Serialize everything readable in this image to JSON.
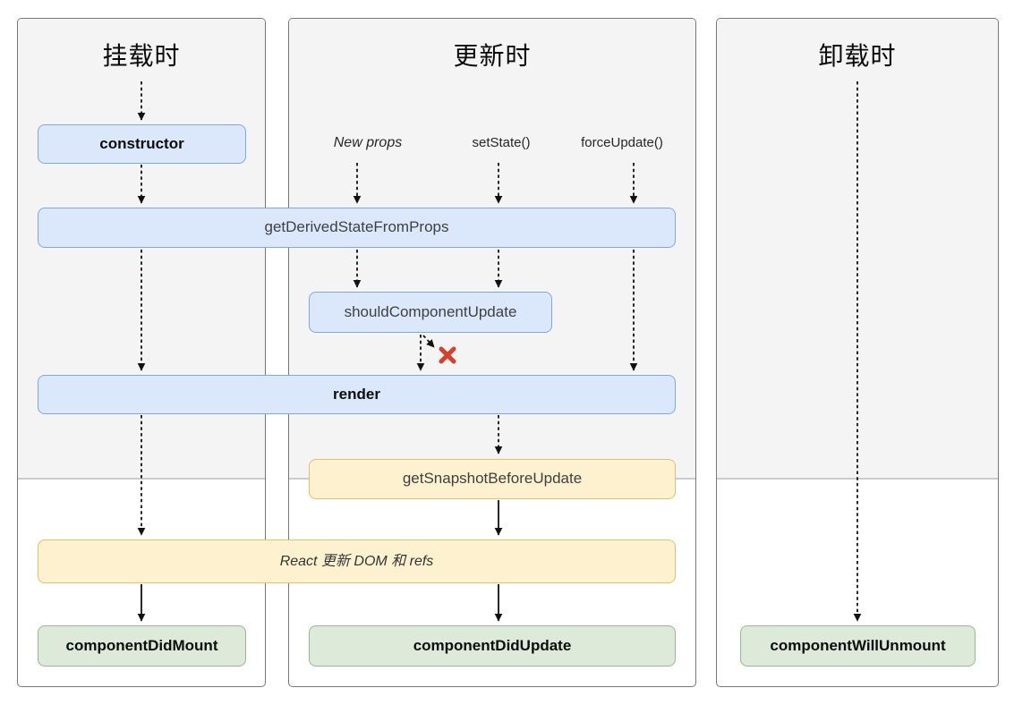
{
  "columns": [
    {
      "id": "mounting",
      "title": "挂载时"
    },
    {
      "id": "updating",
      "title": "更新时"
    },
    {
      "id": "unmounting",
      "title": "卸载时"
    }
  ],
  "update_triggers": [
    {
      "id": "new-props",
      "label": "New props"
    },
    {
      "id": "set-state",
      "label": "setState()"
    },
    {
      "id": "force-update",
      "label": "forceUpdate()"
    }
  ],
  "boxes": {
    "constructor": "constructor",
    "getDerivedStateFromProps": "getDerivedStateFromProps",
    "shouldComponentUpdate": "shouldComponentUpdate",
    "render": "render",
    "getSnapshotBeforeUpdate": "getSnapshotBeforeUpdate",
    "reactUpdates": "React 更新 DOM 和 refs",
    "componentDidMount": "componentDidMount",
    "componentDidUpdate": "componentDidUpdate",
    "componentWillUnmount": "componentWillUnmount"
  },
  "colors": {
    "blue_fill": "#dbe8fc",
    "blue_border": "#80a7db",
    "yellow_fill": "#fdf1cf",
    "yellow_border": "#ddc170",
    "green_fill": "#dde9d9",
    "green_border": "#96ba8c",
    "render_phase_bg": "#f4f4f4",
    "panel_border": "#777777",
    "reject_x": "#d6402c",
    "arrow": "#111111"
  }
}
